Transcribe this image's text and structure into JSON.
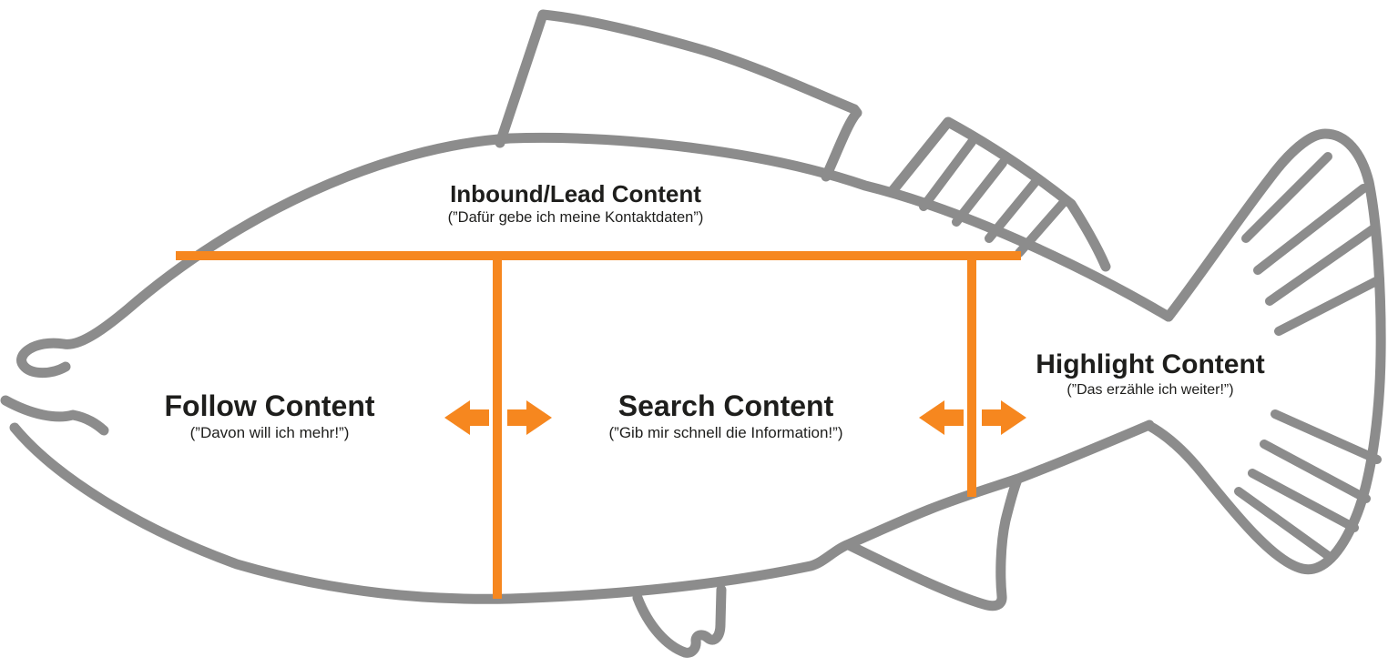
{
  "colors": {
    "accent": "#f6871f",
    "outline": "#8c8c8c",
    "text": "#1e1e1c",
    "background": "#ffffff"
  },
  "sections": {
    "inbound": {
      "title": "Inbound/Lead Content",
      "subtitle": "(”Dafür gebe ich meine Kontaktdaten”)"
    },
    "follow": {
      "title": "Follow Content",
      "subtitle": "(”Davon will ich mehr!”)"
    },
    "search": {
      "title": "Search Content",
      "subtitle": "(”Gib mir schnell die Information!”)"
    },
    "highlight": {
      "title": "Highlight Content",
      "subtitle": "(”Das erzähle ich weiter!”)"
    }
  },
  "icons": {
    "divider_arrow_left": "left-arrow",
    "divider_arrow_right": "right-arrow"
  }
}
